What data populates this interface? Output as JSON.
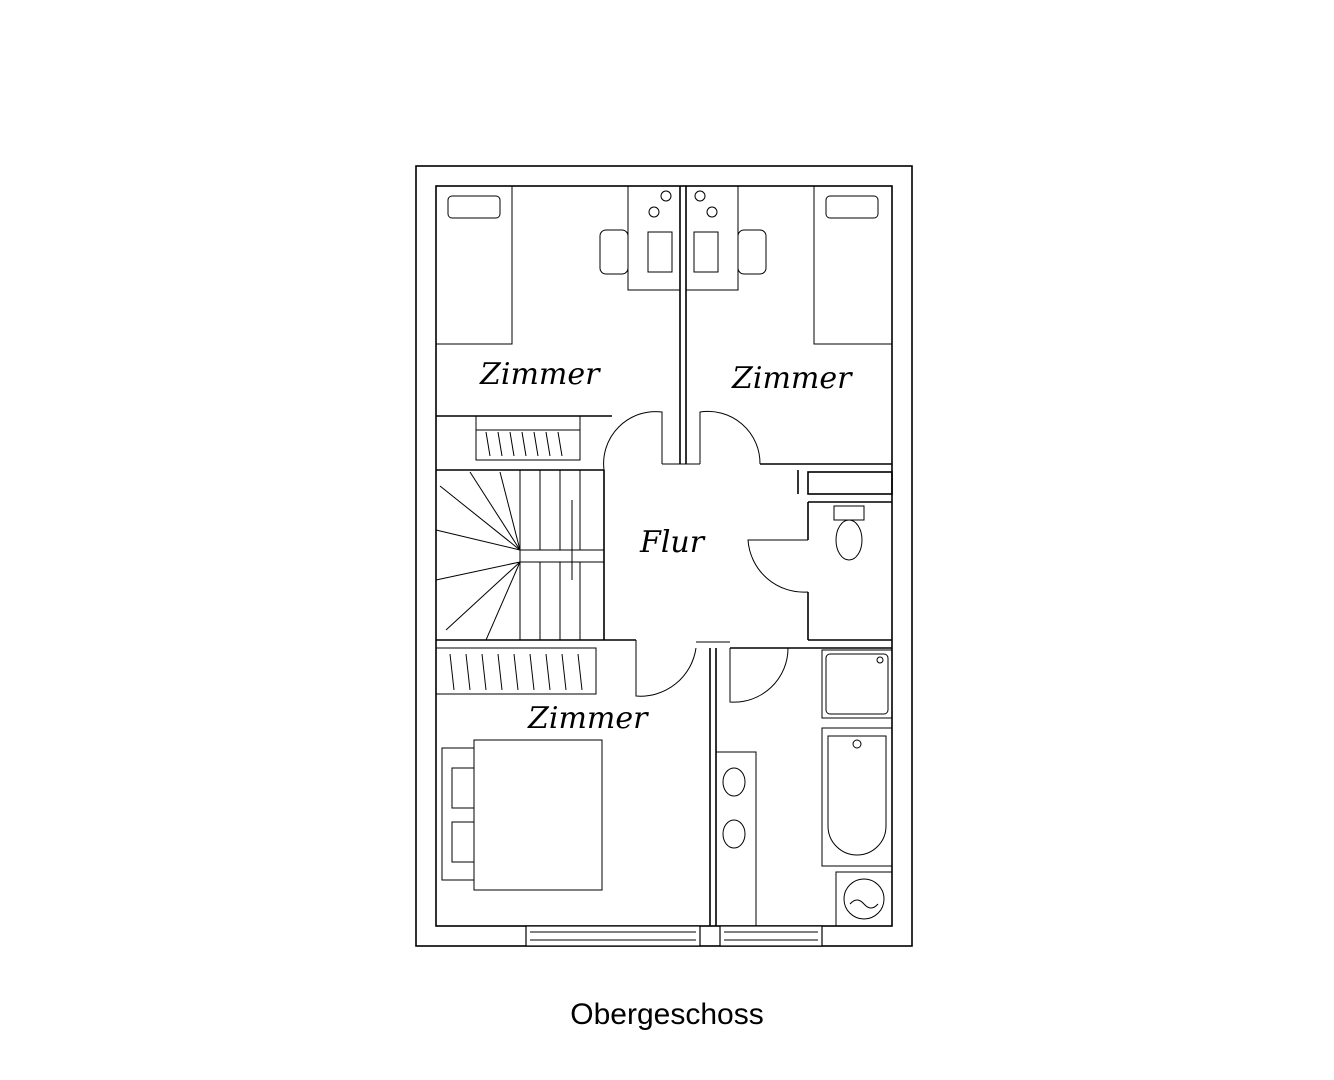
{
  "rooms": {
    "room_top_left": "Zimmer",
    "room_top_right": "Zimmer",
    "hallway": "Flur",
    "room_bottom_left": "Zimmer"
  },
  "caption": "Obergeschoss",
  "colors": {
    "line": "#000000",
    "background": "#ffffff"
  }
}
